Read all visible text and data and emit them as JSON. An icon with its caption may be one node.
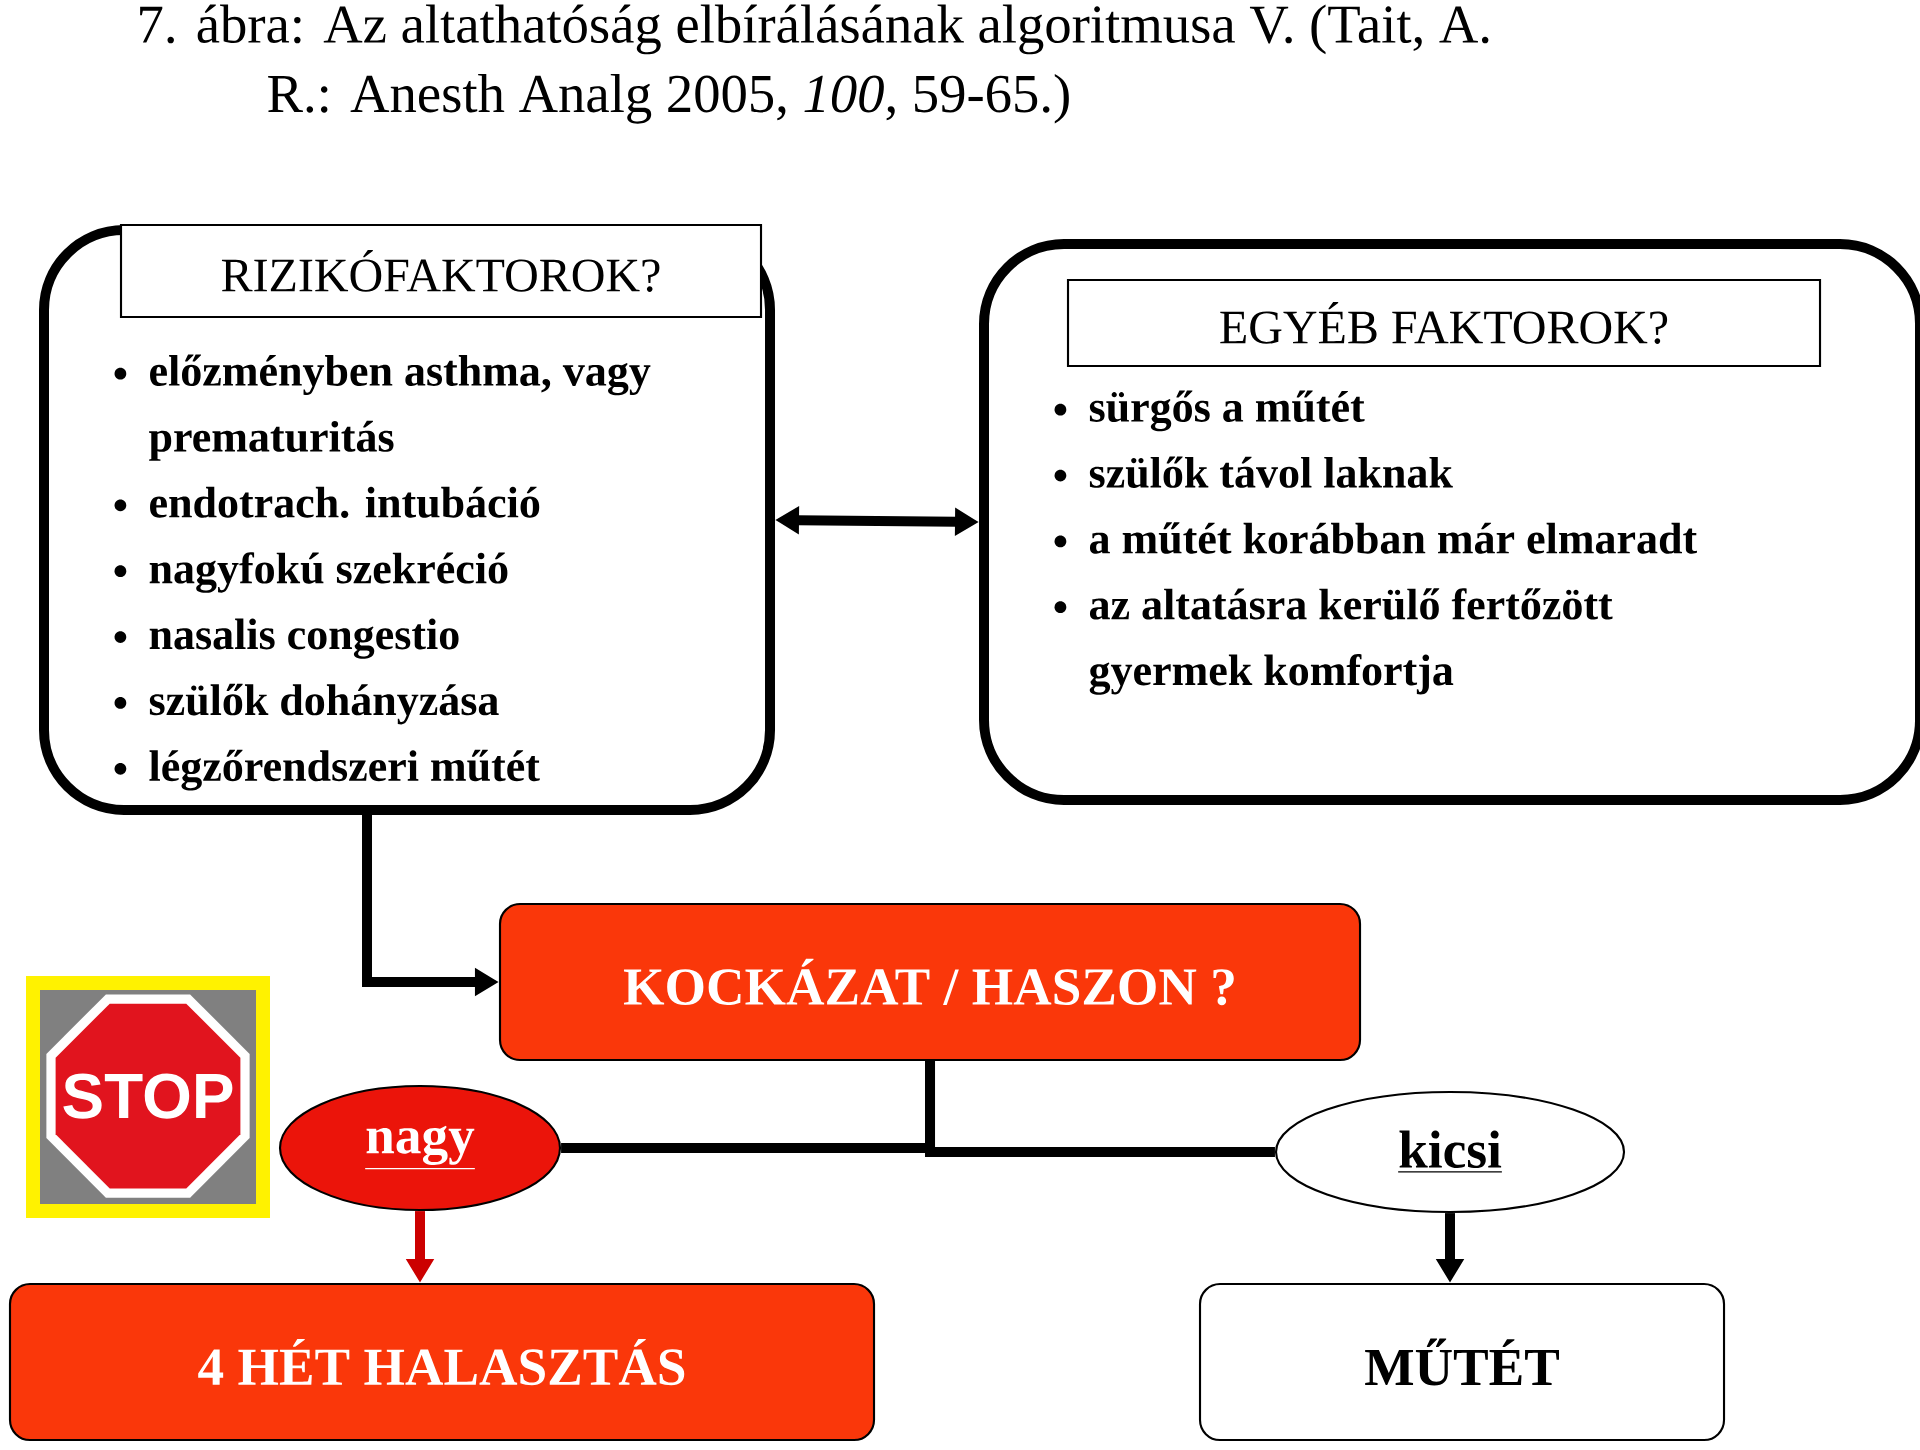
{
  "diagram": {
    "title": "7. ábra: Az altathatóság elbírálásának algoritmusa V. (Tait, A. R.: Anesth Analg 2005, *100*, 59-65.)",
    "nodes": [
      {
        "text": [
          "előzményben asthma, vagy prematuritás",
          "endotrach. intubáció",
          "nagyfokú szekréció",
          "nasalis congestio",
          "szülők dohányzása",
          "légzőrendszeri műtét"
        ]
      },
      {
        "text": [
          "RIZIKÓFAKTOROK?"
        ],
        "in": 0
      },
      {
        "text": [
          "sürgős a műtét",
          "szülők távol laknak",
          "a műtét korábban már elmaradt",
          "az altatásra kerülő fertőzött gyermek komfortja"
        ]
      },
      {
        "text": [
          "EGYÉB FAKTOROK?"
        ],
        "in": 2
      },
      {
        "text": [
          "KOCKÁZAT / HASZON ?"
        ]
      },
      {
        "text": [
          "nagy"
        ]
      },
      {
        "text": [
          "kicsi"
        ]
      },
      {
        "text": [
          "4 HÉT HALASZTÁS"
        ]
      },
      {
        "text": [
          "MŰTÉT"
        ]
      }
    ],
    "edges": [
      {
        "from": 2,
        "to": 0,
        "arrow": "both"
      },
      {
        "from": 0,
        "to": 4,
        "arrow": "to"
      },
      {
        "from": 4,
        "to": 5,
        "arrow": "none"
      },
      {
        "from": 4,
        "to": 6,
        "arrow": "none"
      },
      {
        "from": 5,
        "to": 7,
        "arrow": "to",
        "color": "#cc0000"
      },
      {
        "from": 6,
        "to": 8,
        "arrow": "to"
      }
    ],
    "labels": [
      "STOP"
    ]
  }
}
